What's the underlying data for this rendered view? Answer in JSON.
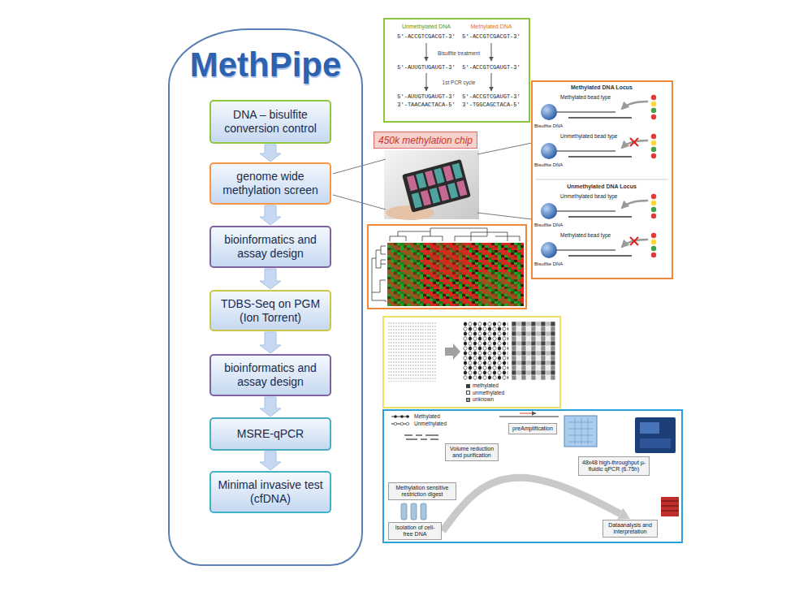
{
  "diagram": {
    "nodes": [
      {
        "text": [
          "MethPipe"
        ]
      },
      {
        "text": [
          "DNA – bisulfite conversion control"
        ],
        "in": 0
      },
      {
        "text": [
          "genome wide methylation screen"
        ],
        "in": 0
      },
      {
        "text": [
          "bioinformatics and assay design"
        ],
        "in": 0
      },
      {
        "text": [
          "TDBS-Seq on PGM (Ion Torrent)"
        ],
        "in": 0
      },
      {
        "text": [
          "bioinformatics and assay design"
        ],
        "in": 0
      },
      {
        "text": [
          "MSRE-qPCR"
        ],
        "in": 0
      },
      {
        "text": [
          "Minimal invasive test (cfDNA)"
        ],
        "in": 0
      },
      {
        "text": [
          "450k methylation chip"
        ]
      },
      {
        "text": [
          "preAmplification"
        ]
      },
      {
        "text": [
          "Volume reduction and purification"
        ]
      },
      {
        "text": [
          "48x48 high-throughput µ-fluidic qPCR (6.75h)"
        ]
      },
      {
        "text": [
          "Methylation sensitive restriction digest"
        ]
      },
      {
        "text": [
          "Isolation of cell-free DNA"
        ]
      },
      {
        "text": [
          "Dataanalysis and interpretation"
        ]
      }
    ],
    "edges": [
      {
        "from": 1,
        "to": 2,
        "arrow": "to"
      },
      {
        "from": 2,
        "to": 3,
        "arrow": "to"
      },
      {
        "from": 3,
        "to": 4,
        "arrow": "to"
      },
      {
        "from": 4,
        "to": 5,
        "arrow": "to"
      },
      {
        "from": 5,
        "to": 6,
        "arrow": "to"
      },
      {
        "from": 6,
        "to": 7,
        "arrow": "to"
      },
      {
        "from": 13,
        "to": 14,
        "arrow": "to"
      }
    ],
    "labels": [
      "Unmethylated DNA",
      "Methylated DNA",
      "5'-ACCGTCGACGT-3'",
      "5'-ACCGTCGACGT-3'",
      "Bisulfite treatment",
      "5'-AUUGTUGAUGT-3'",
      "5'-ACCGTCGAUGT-3'",
      "1st PCR cycle",
      "5'-AUUGTUGAUGT-3'",
      "3'-TAACAACTACA-5'",
      "5'-ACCGTCGAUGT-3'",
      "3'-TGGCAGCTACA-5'",
      "Methylated DNA Locus",
      "Methylated bead type",
      "Unmethylated bead type",
      "Unmethylated DNA Locus",
      "Unmethylated bead type",
      "Methylated bead type",
      "Bisulfite DNA",
      "Bisulfite DNA",
      "Bisulfite DNA",
      "Bisulfite DNA",
      "Methylated",
      "Unmethylated"
    ],
    "legend": [
      {
        "text": "methylated",
        "color": "#333333"
      },
      {
        "text": "unmethylated",
        "color": "#ffffff"
      },
      {
        "text": "unknown",
        "color": "#999999"
      }
    ]
  }
}
